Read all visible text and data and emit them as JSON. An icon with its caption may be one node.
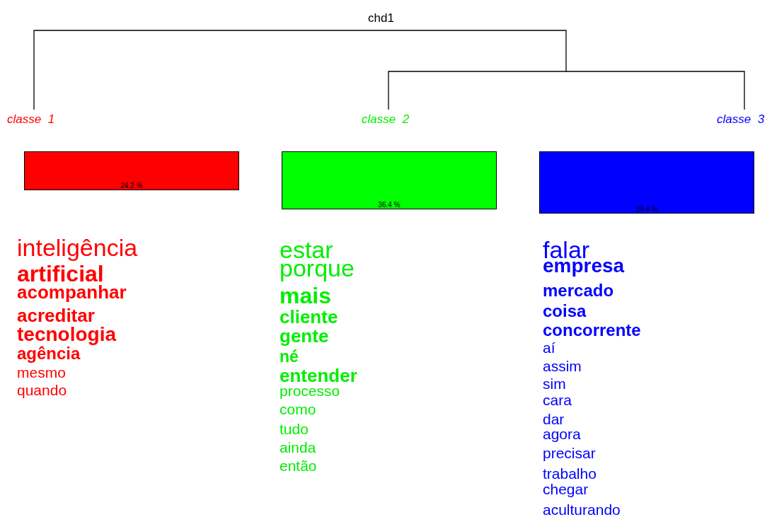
{
  "diagram": {
    "title": "chd1",
    "nodes": [
      {
        "text": [
          "classe  1"
        ]
      },
      {
        "text": [
          "classe  2"
        ]
      },
      {
        "text": [
          "classe  3"
        ]
      },
      {
        "text": [
          "24.2 %"
        ],
        "beside": [
          "inteligência",
          "artificial",
          "acompanhar",
          "acreditar",
          "tecnologia",
          "agência",
          "mesmo",
          "quando"
        ]
      },
      {
        "text": [
          "36.4 %"
        ],
        "beside": [
          "estar",
          "porque",
          "mais",
          "cliente",
          "gente",
          "né",
          "entender",
          "processo",
          "como",
          "tudo",
          "ainda",
          "então"
        ]
      },
      {
        "text": [
          "39.4 %"
        ],
        "beside": [
          "falar",
          "empresa",
          "mercado",
          "coisa",
          "concorrente",
          "aí",
          "assim",
          "sim",
          "cara",
          "dar",
          "agora",
          "precisar",
          "trabalho",
          "chegar",
          "aculturando"
        ]
      }
    ],
    "edges": []
  }
}
